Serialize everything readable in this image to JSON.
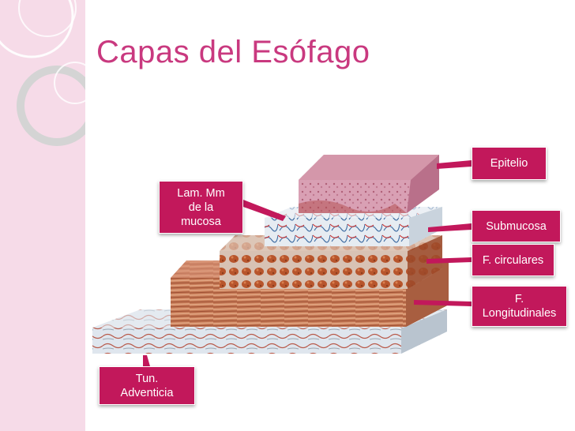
{
  "slide": {
    "title": "Capas del Esófago"
  },
  "labels": {
    "epitelio": "Epitelio",
    "lam_mm": "Lam. Mm\nde la\nmucosa",
    "submucosa": "Submucosa",
    "f_circulares": "F. circulares",
    "f_longitudinales": "F.\nLongitudinales",
    "tun_adventicia": "Tun.\nAdventicia"
  },
  "colors": {
    "accent": "#c2185b",
    "title": "#c9397f",
    "band": "#f6dbe8"
  }
}
